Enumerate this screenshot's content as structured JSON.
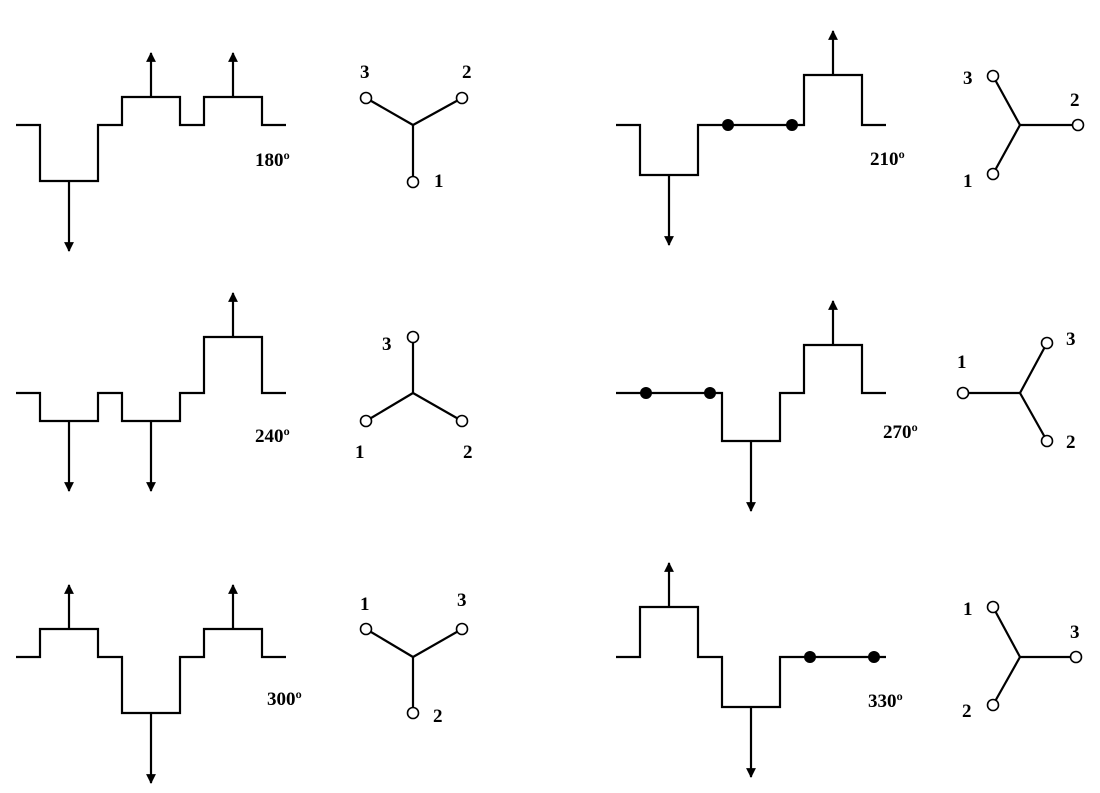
{
  "panels": [
    {
      "id": "p180",
      "angle_label": "180º",
      "waveform_levels": [
        0,
        -2,
        0,
        1,
        0,
        1,
        0
      ],
      "arrows": [
        "",
        "down",
        "",
        "up",
        "",
        "up",
        ""
      ],
      "markers": [
        false,
        false,
        false,
        false,
        false,
        false,
        false
      ],
      "star_labels": [
        "3",
        "2",
        "1"
      ]
    },
    {
      "id": "p210",
      "angle_label": "210º",
      "waveform_levels": [
        0,
        -1,
        0,
        0,
        0,
        1,
        0
      ],
      "arrows": [
        "",
        "down",
        "",
        "",
        "",
        "up",
        ""
      ],
      "markers": [
        false,
        false,
        false,
        true,
        true,
        false,
        false
      ],
      "star_labels": [
        "3",
        "2",
        "1"
      ]
    },
    {
      "id": "p240",
      "angle_label": "240º",
      "waveform_levels": [
        0,
        -1,
        0,
        -1,
        0,
        2,
        0
      ],
      "arrows": [
        "",
        "down",
        "",
        "down",
        "",
        "up",
        ""
      ],
      "markers": [
        false,
        false,
        false,
        false,
        false,
        false,
        false
      ],
      "star_labels": [
        "3",
        "1",
        "2"
      ]
    },
    {
      "id": "p270",
      "angle_label": "270º",
      "waveform_levels": [
        0,
        0,
        0,
        -1,
        0,
        1,
        0
      ],
      "arrows": [
        "",
        "",
        "",
        "down",
        "",
        "up",
        ""
      ],
      "markers": [
        false,
        true,
        true,
        false,
        false,
        false,
        false
      ],
      "star_labels": [
        "1",
        "3",
        "2"
      ]
    },
    {
      "id": "p300",
      "angle_label": "300º",
      "waveform_levels": [
        0,
        1,
        0,
        -2,
        0,
        1,
        0
      ],
      "arrows": [
        "",
        "up",
        "",
        "down",
        "",
        "up",
        ""
      ],
      "markers": [
        false,
        false,
        false,
        false,
        false,
        false,
        false
      ],
      "star_labels": [
        "1",
        "3",
        "2"
      ]
    },
    {
      "id": "p330",
      "angle_label": "330º",
      "waveform_levels": [
        0,
        1,
        0,
        -1,
        0,
        0,
        0
      ],
      "arrows": [
        "",
        "up",
        "",
        "down",
        "",
        "",
        ""
      ],
      "markers": [
        false,
        false,
        false,
        false,
        false,
        true,
        true
      ],
      "star_labels": [
        "1",
        "3",
        "2"
      ]
    }
  ]
}
